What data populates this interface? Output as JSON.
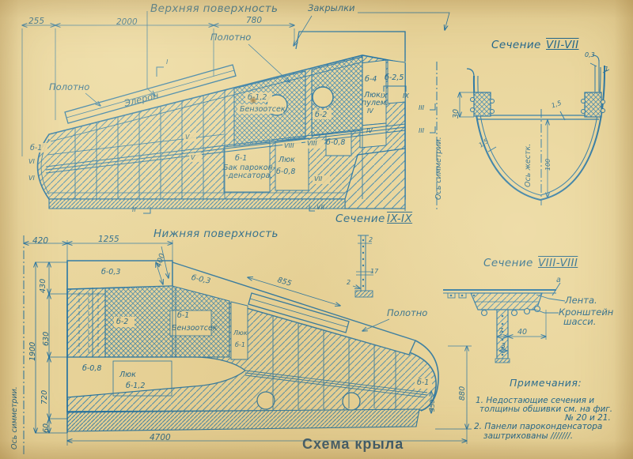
{
  "colors": {
    "paper": "#e8d49a",
    "ink": "#1d6fa2",
    "ink_text": "#186089",
    "caption": "#1c4a70"
  },
  "top_view": {
    "title": "Верхняя поверхность",
    "dims": {
      "a": "255",
      "b": "2000",
      "c": "780"
    },
    "labels": {
      "zakrylki": "Закрылки",
      "polotno_top": "Полотно",
      "polotno_left": "Полотно",
      "eleron": "Элерон",
      "b1_tip": "б-1",
      "b12": "б-1,2",
      "benzootsek": "Бензоотсек",
      "b2": "б-2",
      "b4": "б-4",
      "b25": "б-2,5",
      "lyuk": "Люк",
      "pulem": "пулем.",
      "b08a": "б-0,8",
      "b1_tank": "б-1",
      "bak1": "Бак парокон-",
      "bak2": "-денсатора.",
      "lyuk2": "Люк",
      "b08c": "б-0,8",
      "axis": "Ось симметрии."
    },
    "flags": [
      "VI",
      "VI",
      "II",
      "I",
      "V",
      "V",
      "VIII",
      "VIII",
      "VII",
      "VII",
      "IV",
      "IV",
      "IX",
      "IX",
      "III",
      "III"
    ]
  },
  "bottom_view": {
    "title": "Нижняя поверхность",
    "dims": {
      "d420": "420",
      "d1255": "1255",
      "d400": "400",
      "d430": "430",
      "d630": "630",
      "d1900": "1900",
      "d720": "720",
      "d60": "60",
      "d4700": "4700",
      "d855": "855",
      "d880": "880",
      "d350": "350"
    },
    "labels": {
      "b03a": "б-0,3",
      "b03b": "б-0,3",
      "b2": "б-2",
      "b1": "б-1",
      "benzootsek": "Бензоотсек",
      "lyuk_a": "Люк",
      "lyuk_a2": "б-1",
      "b08": "б-0,8",
      "lyuk_b": "Люк",
      "b12": "б-1,2",
      "polotno": "Полотно",
      "b1_tip": "б-1",
      "axis": "Ось симметрии."
    }
  },
  "section_vii": {
    "word": "Сечение",
    "num": "VII-VII",
    "dims": {
      "d30": "30",
      "d03": "0,3",
      "d1": "1",
      "d15a": "1,5",
      "d15b": "1,5",
      "d100": "100"
    },
    "axis": "Ось жестк."
  },
  "section_viii": {
    "word": "Сечение",
    "num": "VIII-VIII",
    "labels": {
      "a": "а",
      "lenta": "Лента.",
      "kron1": "Кронштейн",
      "kron2": "шасси."
    },
    "dims": {
      "d40": "40",
      "d7": "7",
      "d3": "3"
    }
  },
  "section_ix": {
    "word": "Сечение",
    "num": "IX-IX",
    "dims": {
      "d2a": "2",
      "d17": "17",
      "d2b": "2"
    }
  },
  "notes": {
    "title": "Примечания:",
    "n1a": "1. Недостающие сечения и",
    "n1b": "толщины обшивки см. на фиг.",
    "n1c": "№ 20 и 21.",
    "n2a": "2. Панели пароконденсатора",
    "n2b": "заштрихованы ///////."
  },
  "caption": "Схема крыла"
}
